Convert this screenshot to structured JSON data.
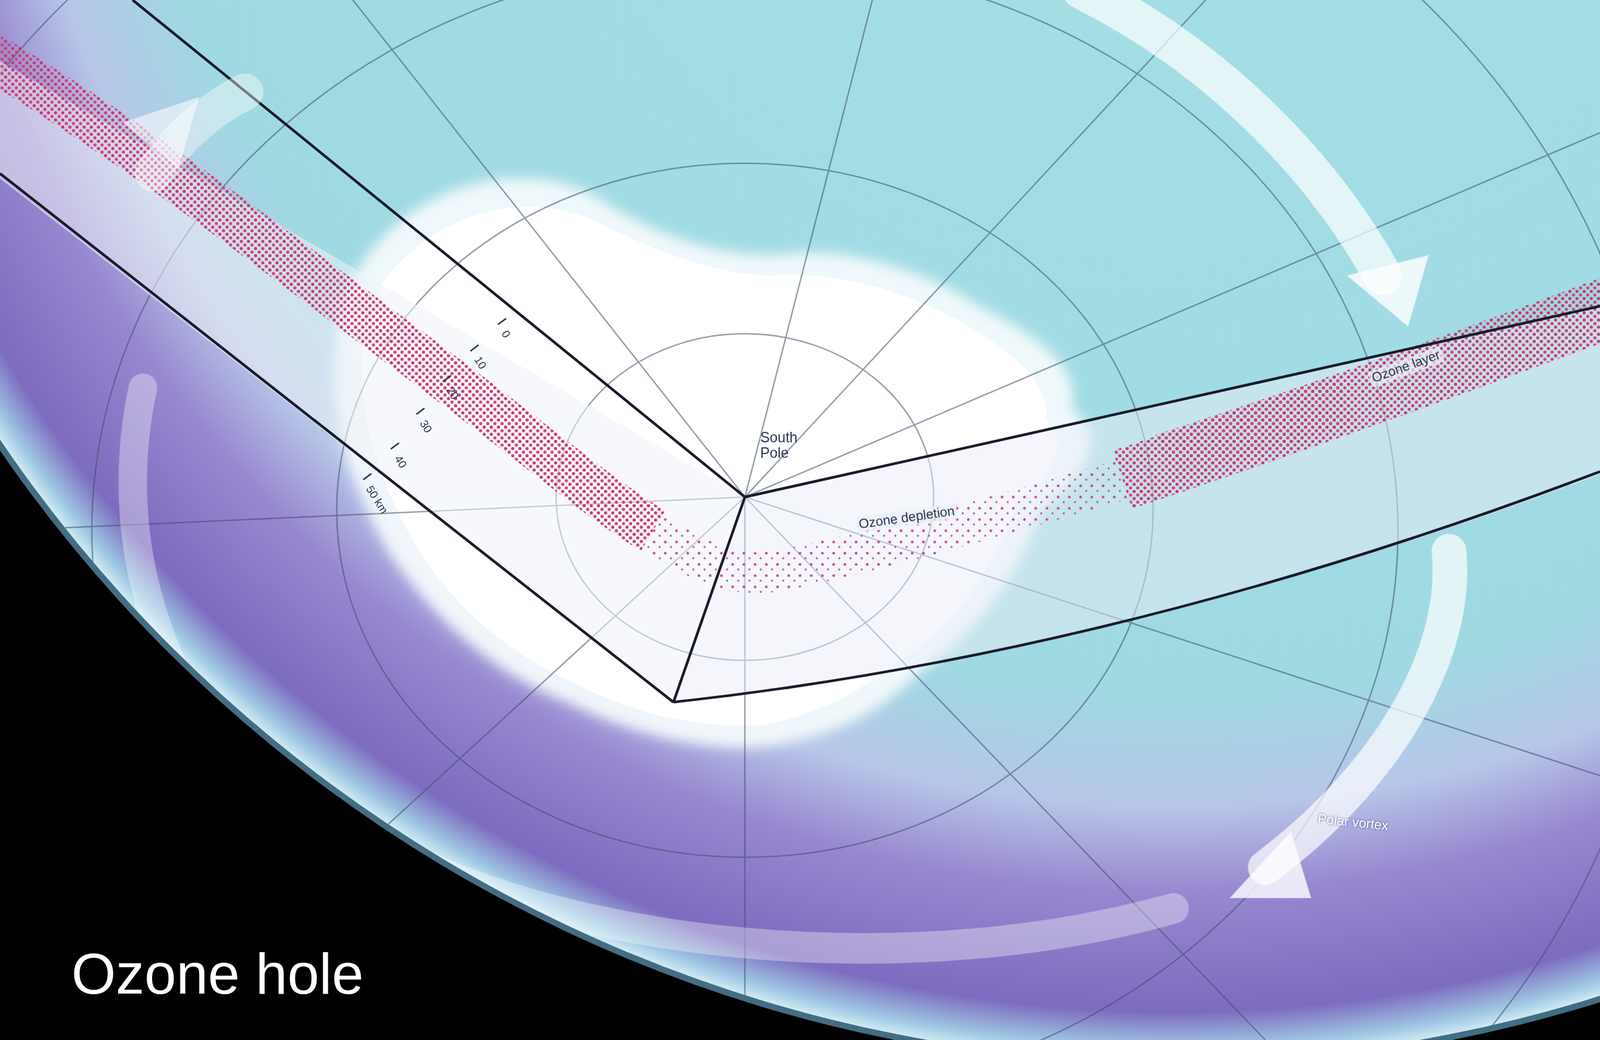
{
  "diagram": {
    "title": "Ozone hole",
    "labels": [
      "South Pole",
      "Ozone depletion",
      "Ozone layer",
      "Polar vortex",
      "0",
      "10",
      "20",
      "30",
      "40",
      "50 km"
    ]
  }
}
